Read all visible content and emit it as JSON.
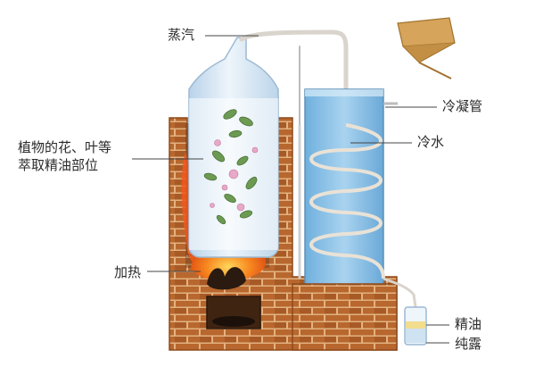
{
  "labels": {
    "steam": "蒸汽",
    "plant_line1": "植物的花、叶等",
    "plant_line2": "萃取精油部位",
    "heating": "加热",
    "condenser_tube": "冷凝管",
    "cold_water": "冷水",
    "essential_oil": "精油",
    "hydrosol": "纯露"
  },
  "colors": {
    "brick": "#b8672e",
    "brick_dark": "#8e4a1c",
    "mortar": "#e2b27f",
    "glass": "#cfe2f1",
    "water": "#8fc3e6",
    "flame": "#f2581c",
    "tube": "#d9d4cc",
    "funnel": "#d6a45a"
  },
  "icons": [
    "leaf-icon",
    "flower-icon",
    "flame-icon",
    "coal-icon",
    "funnel-icon"
  ]
}
